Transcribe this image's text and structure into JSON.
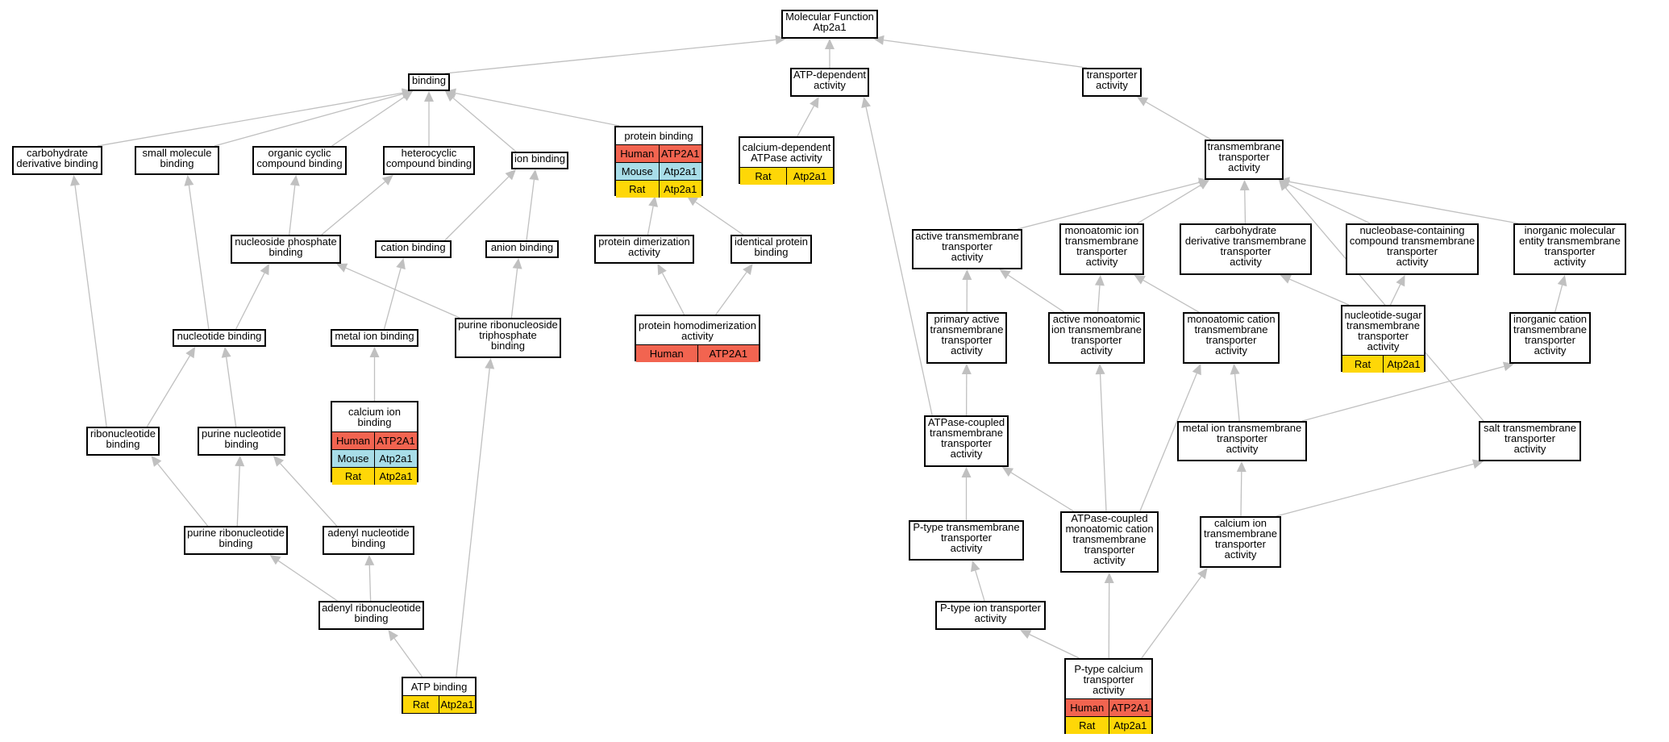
{
  "colors": {
    "edge": "#c0c0c0",
    "human": "#f26450",
    "mouse": "#a8dde8",
    "rat": "#fed707"
  },
  "nodes": {
    "mf": {
      "label": "Molecular Function\nAtp2a1"
    },
    "atpdep": {
      "label": "ATP-dependent\nactivity"
    },
    "transporter": {
      "label": "transporter\nactivity"
    },
    "binding": {
      "label": "binding"
    },
    "carb": {
      "label": "carbohydrate\nderivative binding"
    },
    "smallmol": {
      "label": "small molecule\nbinding"
    },
    "orgcyc": {
      "label": "organic cyclic\ncompound binding"
    },
    "hetcyc": {
      "label": "heterocyclic\ncompound binding"
    },
    "ionb": {
      "label": "ion binding"
    },
    "protb": {
      "label": "protein binding",
      "rows": [
        {
          "species": "Human",
          "gene": "ATP2A1",
          "color": "#f26450"
        },
        {
          "species": "Mouse",
          "gene": "Atp2a1",
          "color": "#a8dde8"
        },
        {
          "species": "Rat",
          "gene": "Atp2a1",
          "color": "#fed707"
        }
      ]
    },
    "cadep": {
      "label": "calcium-dependent\nATPase activity",
      "rows": [
        {
          "species": "Rat",
          "gene": "Atp2a1",
          "color": "#fed707"
        }
      ]
    },
    "tmtrans": {
      "label": "transmembrane\ntransporter\nactivity"
    },
    "nsp": {
      "label": "nucleoside phosphate\nbinding"
    },
    "cation": {
      "label": "cation binding"
    },
    "anion": {
      "label": "anion binding"
    },
    "protdim": {
      "label": "protein dimerization\nactivity"
    },
    "identprot": {
      "label": "identical protein\nbinding"
    },
    "activetm": {
      "label": "active transmembrane\ntransporter\nactivity"
    },
    "monoion": {
      "label": "monoatomic ion\ntransmembrane\ntransporter\nactivity"
    },
    "carbtm": {
      "label": "carbohydrate\nderivative transmembrane\ntransporter\nactivity"
    },
    "nucbase": {
      "label": "nucleobase-containing\ncompound transmembrane\ntransporter\nactivity"
    },
    "inorgmol": {
      "label": "inorganic molecular\nentity transmembrane\ntransporter\nactivity"
    },
    "nucb": {
      "label": "nucleotide binding"
    },
    "metalb": {
      "label": "metal ion binding"
    },
    "prtp": {
      "label": "purine ribonucleoside\ntriphosphate\nbinding"
    },
    "prothomo": {
      "label": "protein homodimerization\nactivity",
      "rows": [
        {
          "species": "Human",
          "gene": "ATP2A1",
          "color": "#f26450"
        }
      ]
    },
    "primactive": {
      "label": "primary active\ntransmembrane\ntransporter\nactivity"
    },
    "activemono": {
      "label": "active monoatomic\nion transmembrane\ntransporter\nactivity"
    },
    "monocation": {
      "label": "monoatomic cation\ntransmembrane\ntransporter\nactivity"
    },
    "nucsugar": {
      "label": "nucleotide-sugar\ntransmembrane\ntransporter\nactivity",
      "rows": [
        {
          "species": "Rat",
          "gene": "Atp2a1",
          "color": "#fed707"
        }
      ]
    },
    "inorgcat": {
      "label": "inorganic cation\ntransmembrane\ntransporter\nactivity"
    },
    "caionb": {
      "label": "calcium ion\nbinding",
      "rows": [
        {
          "species": "Human",
          "gene": "ATP2A1",
          "color": "#f26450"
        },
        {
          "species": "Mouse",
          "gene": "Atp2a1",
          "color": "#a8dde8"
        },
        {
          "species": "Rat",
          "gene": "Atp2a1",
          "color": "#fed707"
        }
      ]
    },
    "ribonucb": {
      "label": "ribonucleotide\nbinding"
    },
    "purnucb": {
      "label": "purine nucleotide\nbinding"
    },
    "atpasecoup": {
      "label": "ATPase-coupled\ntransmembrane\ntransporter\nactivity"
    },
    "metaltm": {
      "label": "metal ion transmembrane\ntransporter\nactivity"
    },
    "salttm": {
      "label": "salt transmembrane\ntransporter\nactivity"
    },
    "purribonuc": {
      "label": "purine ribonucleotide\nbinding"
    },
    "adenylnuc": {
      "label": "adenyl nucleotide\nbinding"
    },
    "ptypetm": {
      "label": "P-type transmembrane\ntransporter\nactivity"
    },
    "atpasemono": {
      "label": "ATPase-coupled\nmonoatomic cation\ntransmembrane\ntransporter\nactivity"
    },
    "caiontm": {
      "label": "calcium ion\ntransmembrane\ntransporter\nactivity"
    },
    "adenylribo": {
      "label": "adenyl ribonucleotide\nbinding"
    },
    "ptypeion": {
      "label": "P-type ion transporter\nactivity"
    },
    "atpb": {
      "label": "ATP binding",
      "rows": [
        {
          "species": "Rat",
          "gene": "Atp2a1",
          "color": "#fed707"
        }
      ]
    },
    "ptypeca": {
      "label": "P-type calcium\ntransporter\nactivity",
      "rows": [
        {
          "species": "Human",
          "gene": "ATP2A1",
          "color": "#f26450"
        },
        {
          "species": "Rat",
          "gene": "Atp2a1",
          "color": "#fed707"
        }
      ]
    }
  },
  "edges": [
    [
      "binding",
      "mf"
    ],
    [
      "atpdep",
      "mf"
    ],
    [
      "transporter",
      "mf"
    ],
    [
      "carb",
      "binding"
    ],
    [
      "smallmol",
      "binding"
    ],
    [
      "orgcyc",
      "binding"
    ],
    [
      "hetcyc",
      "binding"
    ],
    [
      "ionb",
      "binding"
    ],
    [
      "protb",
      "binding"
    ],
    [
      "cadep",
      "atpdep"
    ],
    [
      "atpasecoup",
      "atpdep"
    ],
    [
      "tmtrans",
      "transporter"
    ],
    [
      "nsp",
      "orgcyc"
    ],
    [
      "nsp",
      "hetcyc"
    ],
    [
      "cation",
      "ionb"
    ],
    [
      "anion",
      "ionb"
    ],
    [
      "protdim",
      "protb"
    ],
    [
      "identprot",
      "protb"
    ],
    [
      "prothomo",
      "protdim"
    ],
    [
      "prothomo",
      "identprot"
    ],
    [
      "nucb",
      "nsp"
    ],
    [
      "nucb",
      "smallmol"
    ],
    [
      "prtp",
      "nsp"
    ],
    [
      "prtp",
      "anion"
    ],
    [
      "metalb",
      "cation"
    ],
    [
      "caionb",
      "metalb"
    ],
    [
      "ribonucb",
      "nucb"
    ],
    [
      "ribonucb",
      "carb"
    ],
    [
      "purnucb",
      "nucb"
    ],
    [
      "purribonuc",
      "ribonucb"
    ],
    [
      "purribonuc",
      "purnucb"
    ],
    [
      "adenylnuc",
      "purnucb"
    ],
    [
      "adenylribo",
      "purribonuc"
    ],
    [
      "adenylribo",
      "adenylnuc"
    ],
    [
      "atpb",
      "adenylribo"
    ],
    [
      "atpb",
      "prtp"
    ],
    [
      "activetm",
      "tmtrans"
    ],
    [
      "monoion",
      "tmtrans"
    ],
    [
      "carbtm",
      "tmtrans"
    ],
    [
      "nucbase",
      "tmtrans"
    ],
    [
      "inorgmol",
      "tmtrans"
    ],
    [
      "salttm",
      "tmtrans"
    ],
    [
      "primactive",
      "activetm"
    ],
    [
      "activemono",
      "activetm"
    ],
    [
      "activemono",
      "monoion"
    ],
    [
      "monocation",
      "monoion"
    ],
    [
      "nucsugar",
      "carbtm"
    ],
    [
      "nucsugar",
      "nucbase"
    ],
    [
      "inorgcat",
      "inorgmol"
    ],
    [
      "atpasecoup",
      "primactive"
    ],
    [
      "ptypetm",
      "atpasecoup"
    ],
    [
      "atpasemono",
      "atpasecoup"
    ],
    [
      "atpasemono",
      "activemono"
    ],
    [
      "atpasemono",
      "monocation"
    ],
    [
      "metaltm",
      "monocation"
    ],
    [
      "metaltm",
      "inorgcat"
    ],
    [
      "caiontm",
      "metaltm"
    ],
    [
      "caiontm",
      "salttm"
    ],
    [
      "ptypeion",
      "ptypetm"
    ],
    [
      "ptypeca",
      "ptypeion"
    ],
    [
      "ptypeca",
      "atpasemono"
    ],
    [
      "ptypeca",
      "caiontm"
    ]
  ]
}
